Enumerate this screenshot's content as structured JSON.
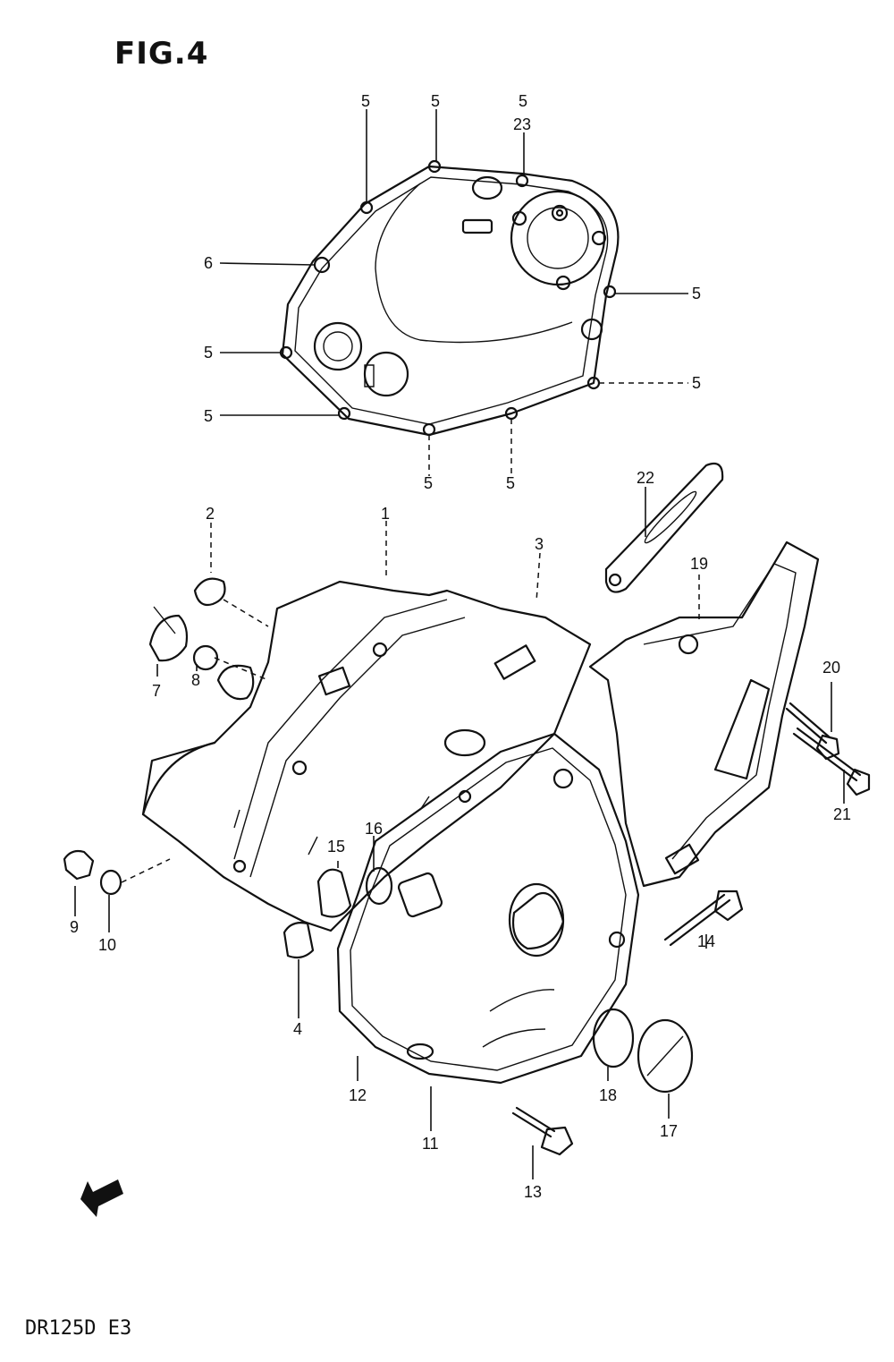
{
  "figure": {
    "title": "FIG.4",
    "model_code": "DR125D E3",
    "fwd_label": "FWD"
  },
  "callouts": [
    {
      "id": "c5a",
      "text": "5"
    },
    {
      "id": "c5b",
      "text": "5"
    },
    {
      "id": "c5c",
      "text": "5"
    },
    {
      "id": "c23",
      "text": "23"
    },
    {
      "id": "c6",
      "text": "6"
    },
    {
      "id": "c5d",
      "text": "5"
    },
    {
      "id": "c5e",
      "text": "5"
    },
    {
      "id": "c5f",
      "text": "5"
    },
    {
      "id": "c5g",
      "text": "5"
    },
    {
      "id": "c5h",
      "text": "5"
    },
    {
      "id": "c5i",
      "text": "5"
    },
    {
      "id": "c22",
      "text": "22"
    },
    {
      "id": "c2",
      "text": "2"
    },
    {
      "id": "c1",
      "text": "1"
    },
    {
      "id": "c3",
      "text": "3"
    },
    {
      "id": "c19",
      "text": "19"
    },
    {
      "id": "c7",
      "text": "7"
    },
    {
      "id": "c8",
      "text": "8"
    },
    {
      "id": "c20",
      "text": "20"
    },
    {
      "id": "c21",
      "text": "21"
    },
    {
      "id": "c15",
      "text": "15"
    },
    {
      "id": "c16",
      "text": "16"
    },
    {
      "id": "c9",
      "text": "9"
    },
    {
      "id": "c10",
      "text": "10"
    },
    {
      "id": "c4",
      "text": "4"
    },
    {
      "id": "c14",
      "text": "14"
    },
    {
      "id": "c12",
      "text": "12"
    },
    {
      "id": "c18",
      "text": "18"
    },
    {
      "id": "c11",
      "text": "11"
    },
    {
      "id": "c17",
      "text": "17"
    },
    {
      "id": "c13",
      "text": "13"
    }
  ]
}
